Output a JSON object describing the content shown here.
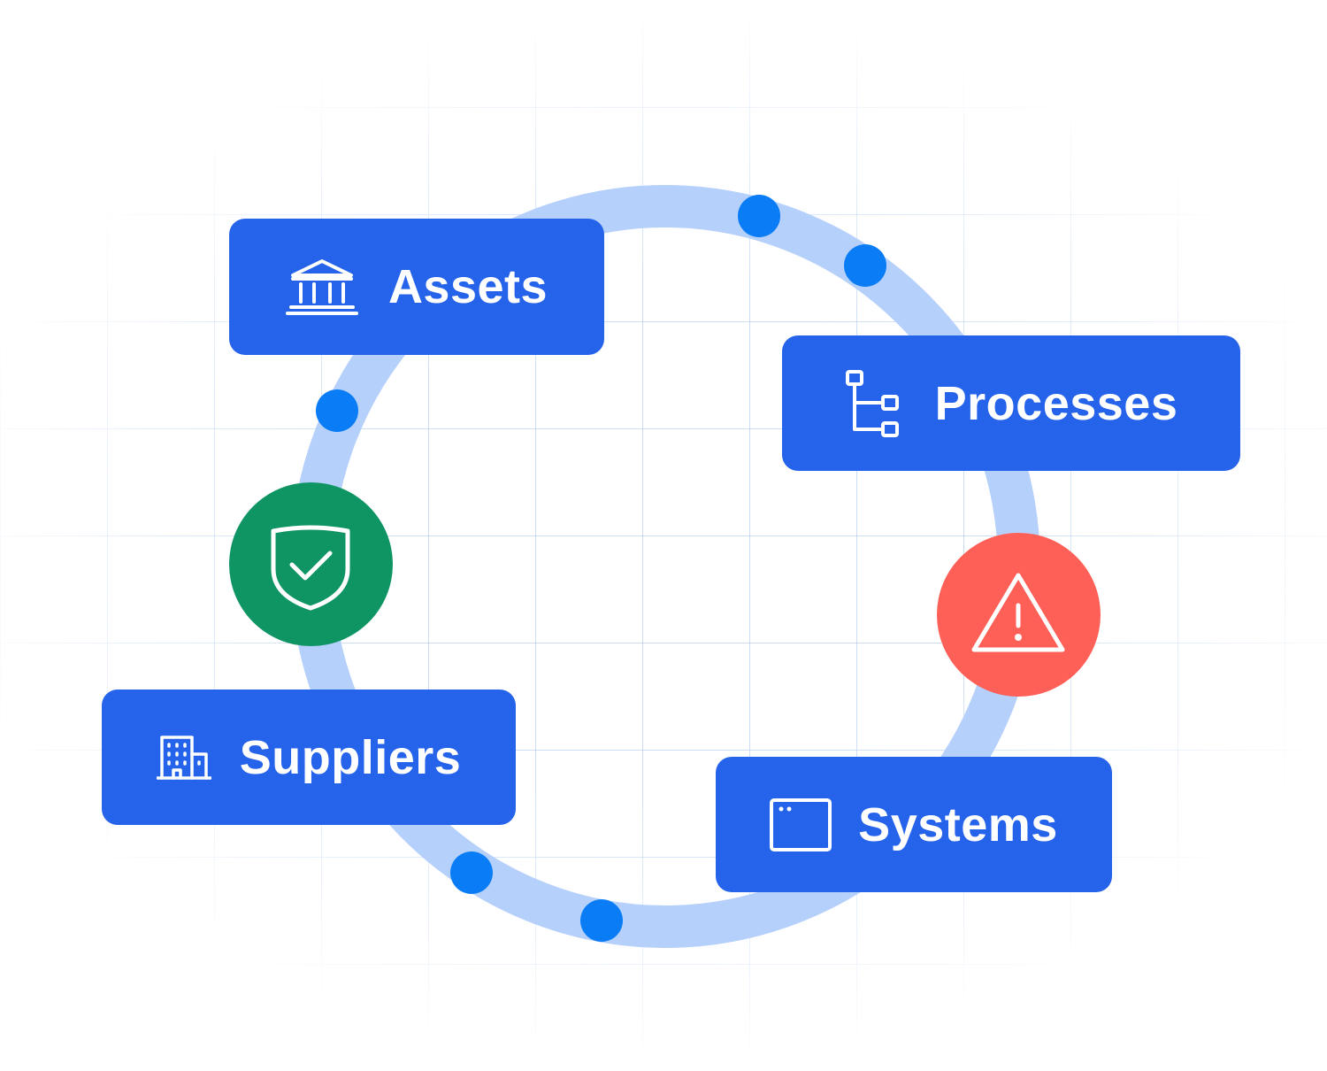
{
  "nodes": {
    "assets": {
      "label": "Assets",
      "icon": "bank-icon"
    },
    "processes": {
      "label": "Processes",
      "icon": "hierarchy-icon"
    },
    "suppliers": {
      "label": "Suppliers",
      "icon": "building-icon"
    },
    "systems": {
      "label": "Systems",
      "icon": "window-icon"
    }
  },
  "badges": {
    "secure": {
      "icon": "shield-check-icon",
      "color": "#0f9464"
    },
    "warning": {
      "icon": "warning-icon",
      "color": "#fe5f57"
    }
  },
  "colors": {
    "box": "#2563eb",
    "ring": "#b5d0fb",
    "dot": "#0a7cf5",
    "text": "#ffffff"
  }
}
